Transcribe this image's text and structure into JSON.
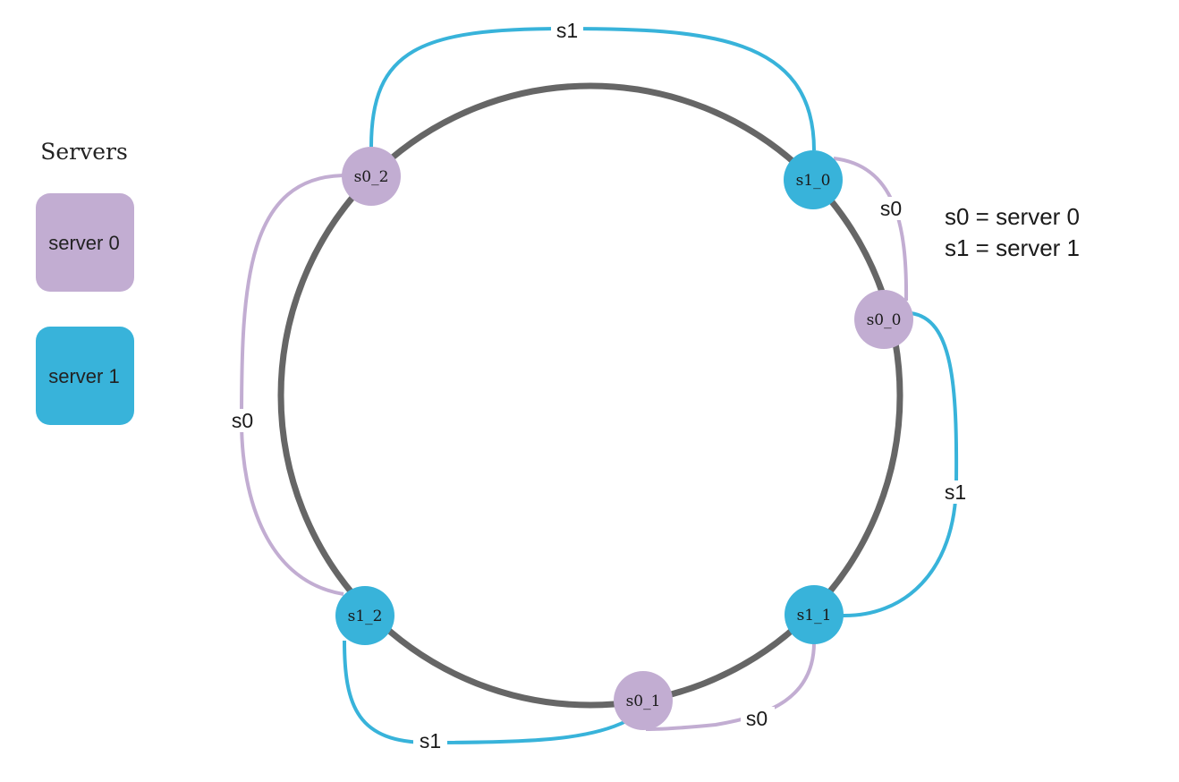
{
  "colors": {
    "server0": "#c2add2",
    "server1": "#38b3da",
    "ring": "#666666",
    "background": "#ffffff"
  },
  "legend": {
    "title": "Servers",
    "items": [
      {
        "label": "server 0",
        "server": "s0"
      },
      {
        "label": "server 1",
        "server": "s1"
      }
    ]
  },
  "key": {
    "lines": [
      "s0 = server 0",
      "s1 = server 1"
    ]
  },
  "ring": {
    "nodes": [
      {
        "id": "s0_2",
        "label": "s0_2",
        "server": "s0"
      },
      {
        "id": "s1_0",
        "label": "s1_0",
        "server": "s1"
      },
      {
        "id": "s0_0",
        "label": "s0_0",
        "server": "s0"
      },
      {
        "id": "s1_1",
        "label": "s1_1",
        "server": "s1"
      },
      {
        "id": "s0_1",
        "label": "s0_1",
        "server": "s0"
      },
      {
        "id": "s1_2",
        "label": "s1_2",
        "server": "s1"
      }
    ],
    "arcs": [
      {
        "from": "s0_2",
        "to": "s1_0",
        "label": "s1",
        "server": "s1"
      },
      {
        "from": "s1_0",
        "to": "s0_0",
        "label": "s0",
        "server": "s0"
      },
      {
        "from": "s0_0",
        "to": "s1_1",
        "label": "s1",
        "server": "s1"
      },
      {
        "from": "s1_1",
        "to": "s0_1",
        "label": "s0",
        "server": "s0"
      },
      {
        "from": "s0_1",
        "to": "s1_2",
        "label": "s1",
        "server": "s1"
      },
      {
        "from": "s1_2",
        "to": "s0_2",
        "label": "s0",
        "server": "s0"
      }
    ]
  }
}
